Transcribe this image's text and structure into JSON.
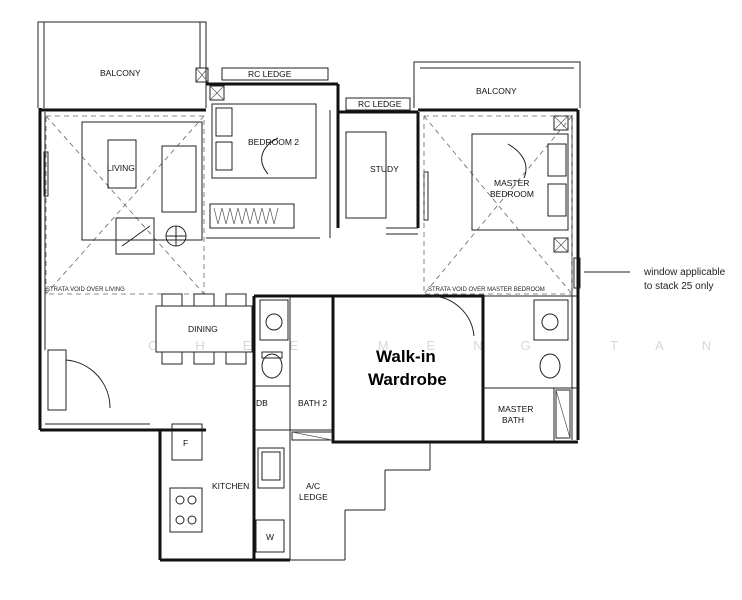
{
  "rooms": {
    "balcony_left": "BALCONY",
    "rc_ledge_top": "RC LEDGE",
    "rc_ledge_mid": "RC LEDGE",
    "balcony_right": "BALCONY",
    "living": "LIVING",
    "bedroom2": "BEDROOM 2",
    "study": "STUDY",
    "master_bedroom_line1": "MASTER",
    "master_bedroom_line2": "BEDROOM",
    "dining": "DINING",
    "walk_in_line1": "Walk-in",
    "walk_in_line2": "Wardrobe",
    "db": "DB",
    "bath2": "BATH 2",
    "master_bath_line1": "MASTER",
    "master_bath_line2": "BATH",
    "kitchen": "KITCHEN",
    "ac_ledge_line1": "A/C",
    "ac_ledge_line2": "LEDGE",
    "fridge": "F",
    "washer": "W"
  },
  "annotations": {
    "strata_void_living": "STRATA VOID OVER LIVING",
    "strata_void_master": "STRATA VOID OVER MASTER BEDROOM",
    "window_note_line1": "window applicable",
    "window_note_line2": "to stack 25 only"
  },
  "watermark": "CHEE MENG TAN"
}
